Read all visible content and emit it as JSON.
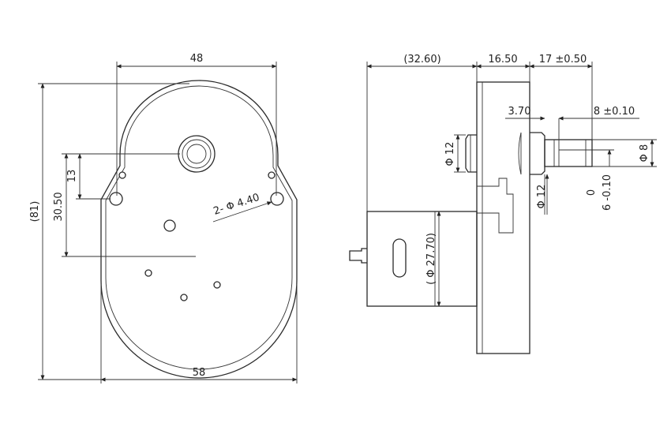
{
  "front_view": {
    "width_top": "48",
    "width_base": "58",
    "height_total": "(81)",
    "hole_offset_v": "13",
    "shaft_to_center": "30.50",
    "mount_holes": "2- Φ 4.40"
  },
  "side_view": {
    "motor_length": "(32.60)",
    "gearbox_thickness": "16.50",
    "shaft_length": "17 ±0.50",
    "boss_height": "3.70",
    "flat_length": "8 ±0.10",
    "boss_diameter": "Φ 12",
    "hub_diameter": "Φ 12",
    "motor_diameter": "( Φ 27.70)",
    "shaft_diameter": "Φ 8",
    "flat_tolerance_upper": "0",
    "flat_tolerance": "6 -0.10"
  },
  "colors": {
    "line": "#2a2a2a",
    "background": "#ffffff"
  }
}
